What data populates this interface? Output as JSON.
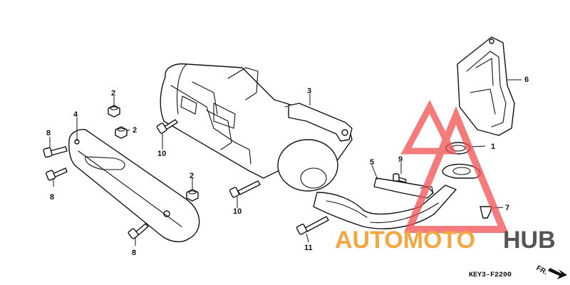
{
  "diagram": {
    "code": "KEY3-F2200",
    "direction_label": "FR.",
    "callouts": [
      {
        "id": "c1",
        "text": "1"
      },
      {
        "id": "c2a",
        "text": "2"
      },
      {
        "id": "c2b",
        "text": "2"
      },
      {
        "id": "c2c",
        "text": "2"
      },
      {
        "id": "c3",
        "text": "3"
      },
      {
        "id": "c4",
        "text": "4"
      },
      {
        "id": "c5",
        "text": "5"
      },
      {
        "id": "c6",
        "text": "6"
      },
      {
        "id": "c7",
        "text": "7"
      },
      {
        "id": "c8a",
        "text": "8"
      },
      {
        "id": "c8b",
        "text": "8"
      },
      {
        "id": "c8c",
        "text": "8"
      },
      {
        "id": "c9",
        "text": "9"
      },
      {
        "id": "c10a",
        "text": "10"
      },
      {
        "id": "c10b",
        "text": "10"
      },
      {
        "id": "c11",
        "text": "11"
      }
    ]
  },
  "watermark": {
    "brand_part1": "AUTOMOTO",
    "brand_part2": "HUB",
    "color_primary": "#f4a640",
    "color_secondary": "#555555",
    "triangle_color": "#f05050"
  }
}
